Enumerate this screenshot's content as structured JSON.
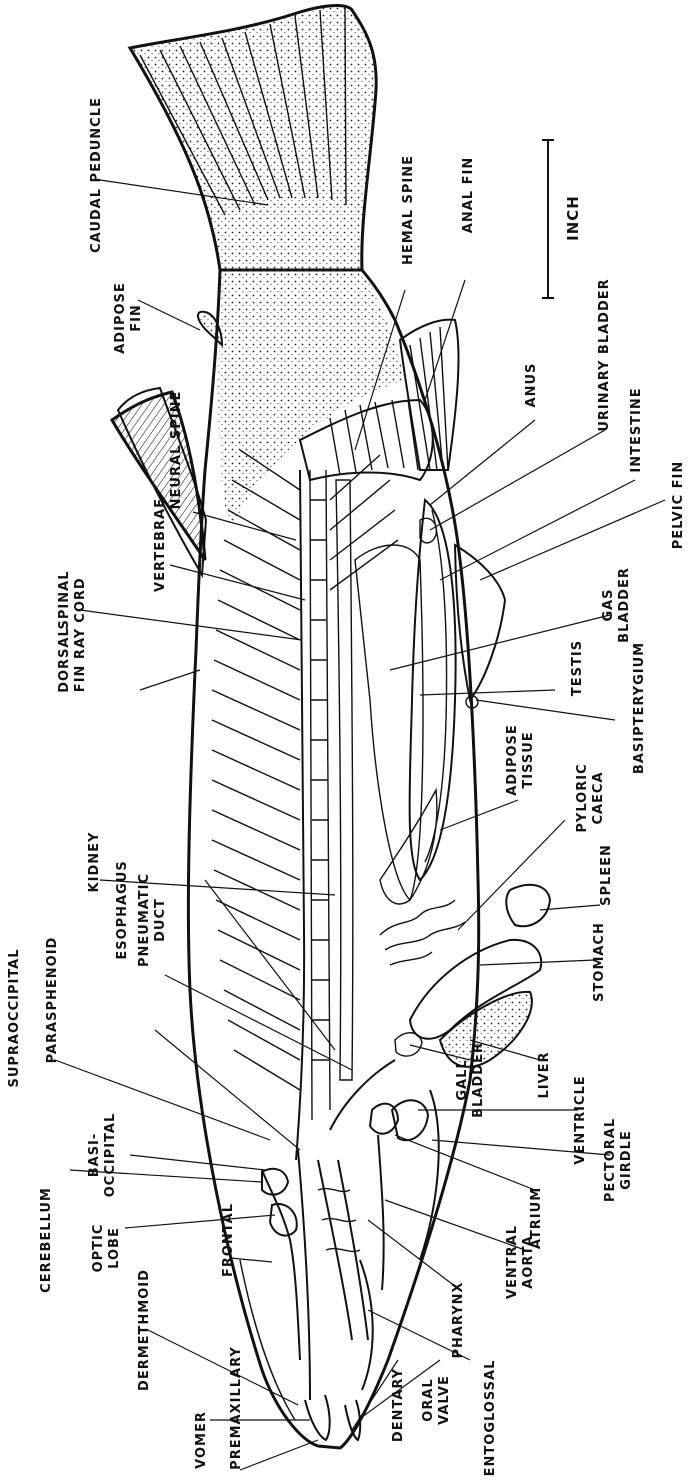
{
  "scale_label": "INCH",
  "labels": {
    "caudal_peduncle": "CAUDAL PEDUNCLE",
    "adipose_fin": [
      "ADIPOSE",
      "FIN"
    ],
    "neural_spine": "NEURAL SPINE",
    "hemal_spine": "HEMAL SPINE",
    "anal_fin": "ANAL FIN",
    "anus": "ANUS",
    "urinary_bladder": "URINARY BLADDER",
    "intestine": "INTESTINE",
    "pelvic_fin": "PELVIC FIN",
    "gas_bladder": [
      "GAS",
      "BLADDER"
    ],
    "testis": "TESTIS",
    "basipterygium": "BASIPTERYGIUM",
    "adipose_tissue": [
      "ADIPOSE",
      "TISSUE"
    ],
    "pyloric_caeca": [
      "PYLORIC",
      "CAECA"
    ],
    "spleen": "SPLEEN",
    "stomach": "STOMACH",
    "liver": "LIVER",
    "gall_bladder": [
      "GALL",
      "BLADDER"
    ],
    "ventricle": "VENTRICLE",
    "pectoral_girdle": [
      "PECTORAL",
      "GIRDLE"
    ],
    "atrium": "ATRIUM",
    "ventral_aorta": [
      "VENTRAL",
      "AORTA"
    ],
    "pharynx": "PHARYNX",
    "entoglossal": "ENTOGLOSSAL",
    "oral_valve": [
      "ORAL",
      "VALVE"
    ],
    "dentary": "DENTARY",
    "premaxillary": "PREMAXILLARY",
    "vomer": "VOMER",
    "dermethmoid": "DERMETHMOID",
    "frontal": "FRONTAL",
    "optic_lobe": [
      "OPTIC",
      "LOBE"
    ],
    "cerebellum": "CEREBELLUM",
    "basi_occipital": [
      "BASI-",
      "OCCIPITAL"
    ],
    "supraoccipital": "SUPRAOCCIPITAL",
    "parasphenoid": "PARASPHENOID",
    "esophagus": "ESOPHAGUS",
    "pneumatic_duct": [
      "PNEUMATIC",
      "DUCT"
    ],
    "kidney": "KIDNEY",
    "dorsal_fin_ray": [
      "DORSAL",
      "FIN RAY"
    ],
    "spinal_cord": [
      "SPINAL",
      "CORD"
    ],
    "vertebrae": "VERTEBRAE"
  }
}
